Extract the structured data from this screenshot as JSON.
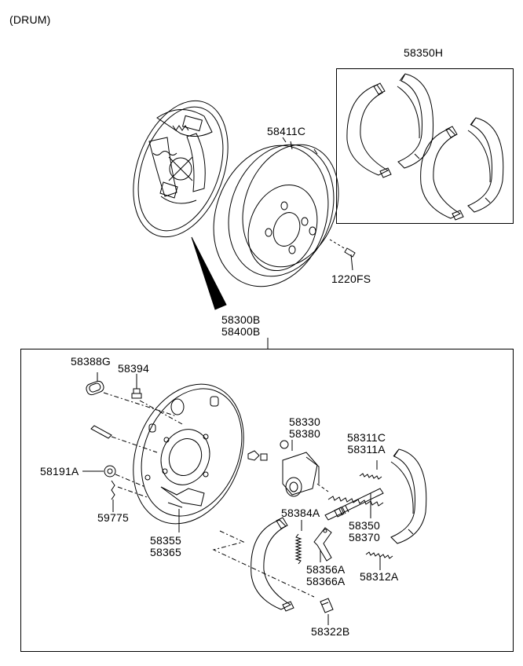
{
  "header": {
    "label": "(DRUM)"
  },
  "parts": {
    "shoe_set": "58350H",
    "drum": "58411C",
    "bolt": "1220FS",
    "assembly": [
      "58300B",
      "58400B"
    ],
    "plug": "58388G",
    "bleeder": "58394",
    "wheel_cylinder": [
      "58330",
      "58380"
    ],
    "spring_upper": [
      "58311C",
      "58311A"
    ],
    "nut": "58191A",
    "pin": "59775",
    "adjuster_spring": "58384A",
    "adjuster": [
      "58350",
      "58370"
    ],
    "backing_plate": [
      "58355",
      "58365"
    ],
    "lever": [
      "58356A",
      "58366A"
    ],
    "spring_lower": "58312A",
    "clip": "58322B"
  },
  "colors": {
    "line": "#000000",
    "background": "#ffffff"
  }
}
